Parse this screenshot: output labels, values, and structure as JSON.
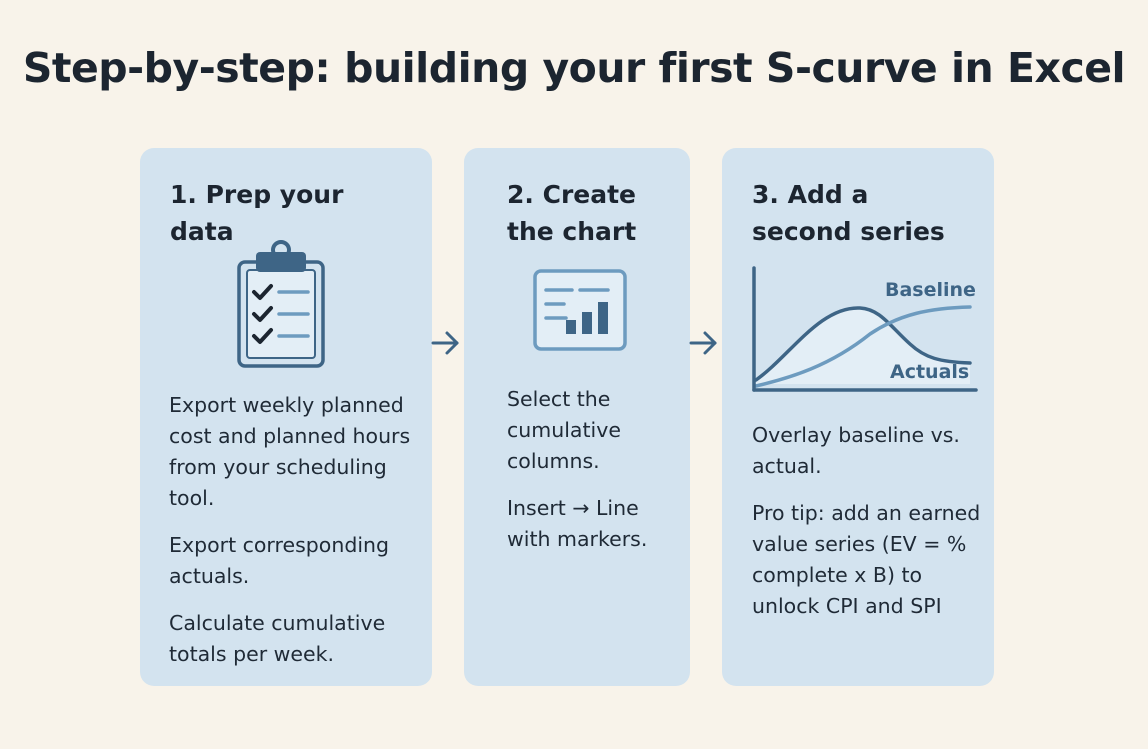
{
  "title": "Step-by-step: building your first S-curve in Excel",
  "colors": {
    "background": "#f8f3ea",
    "card": "#d3e3ef",
    "accent": "#3e6586",
    "accent_light": "#6d9bbf",
    "text": "#1f2a36"
  },
  "steps": [
    {
      "title": "1. Prep your data",
      "icon": "clipboard-checklist-icon",
      "paragraphs": [
        "Export weekly planned cost and planned hours from your scheduling tool.",
        "Export corresponding actuals.",
        "Calculate cumulative totals per week."
      ]
    },
    {
      "title": "2. Create the chart",
      "icon": "bar-chart-window-icon",
      "paragraphs": [
        "Select the cumulative columns.",
        "Insert → Line with markers."
      ]
    },
    {
      "title": "3. Add a second series",
      "icon": "s-curve-chart-icon",
      "chart_labels": {
        "baseline": "Baseline",
        "actuals": "Actuals"
      },
      "paragraphs": [
        "Overlay baseline vs. actual.",
        "Pro tip: add an earned value series (EV = % complete x B) to unlock CPI and SPI"
      ]
    }
  ],
  "connector_icon": "arrow-right-icon"
}
